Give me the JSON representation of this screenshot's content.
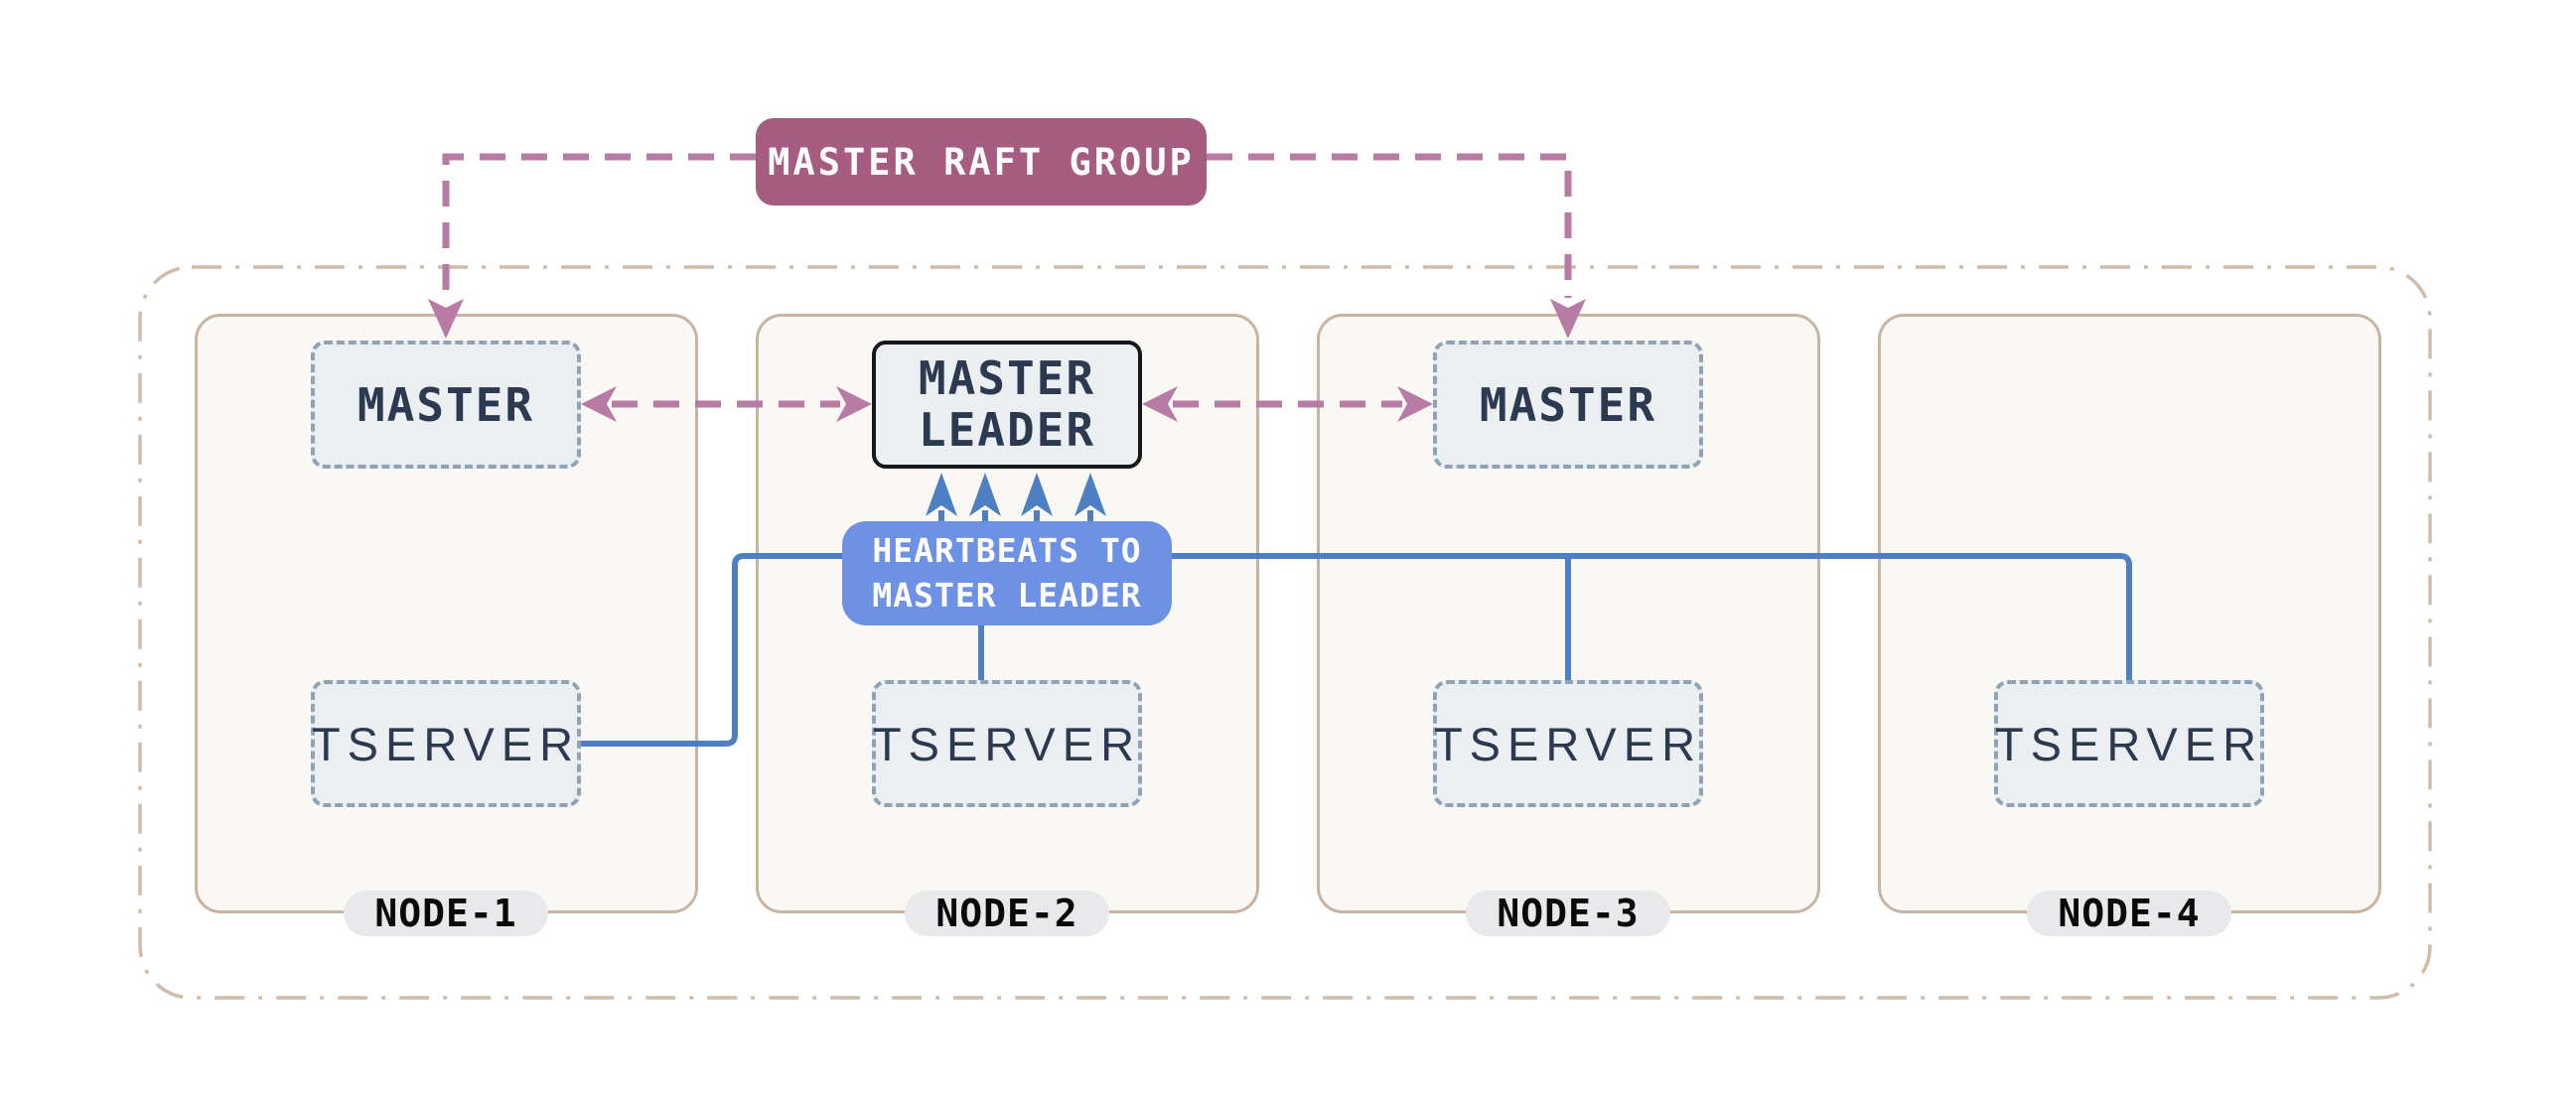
{
  "raft_group": {
    "label": "MASTER RAFT GROUP"
  },
  "heartbeats": {
    "line1": "HEARTBEATS TO",
    "line2": "MASTER LEADER"
  },
  "nodes": [
    {
      "label": "NODE-1",
      "master": "MASTER",
      "tserver": "TSERVER"
    },
    {
      "label": "NODE-2",
      "master_line1": "MASTER",
      "master_line2": "LEADER",
      "tserver": "TSERVER"
    },
    {
      "label": "NODE-3",
      "master": "MASTER",
      "tserver": "TSERVER"
    },
    {
      "label": "NODE-4",
      "tserver": "TSERVER"
    }
  ],
  "colors": {
    "raft_badge_bg": "#a65c80",
    "raft_arrow": "#b77ba4",
    "heartbeat_badge_bg": "#6d92e4",
    "heartbeat_line": "#4d7fc2",
    "node_border": "#c8b4a2",
    "node_fill": "#faf8f5",
    "server_box_fill": "#eceff2",
    "server_box_border": "#8ea3b6",
    "leader_border": "#17171a",
    "label_text": "#2b3a50",
    "outer_border": "#cfbcaa",
    "pill_bg": "#e9e9ec",
    "background": "#ffffff"
  }
}
